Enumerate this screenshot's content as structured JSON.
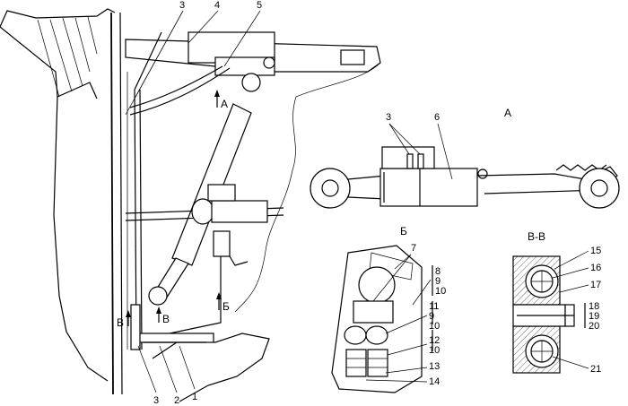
{
  "views": {
    "main": {
      "arrows": [
        "А",
        "Б",
        "В",
        "В"
      ]
    },
    "view_a": {
      "title": "А"
    },
    "view_b": {
      "title": "Б"
    },
    "section_vv": {
      "title": "В-В"
    }
  },
  "callouts": {
    "main_top": [
      "3",
      "4",
      "5"
    ],
    "main_bottom": [
      "3",
      "2",
      "1"
    ],
    "view_a": [
      "3",
      "6"
    ],
    "view_b": [
      "7",
      "8",
      "9",
      "10",
      "11",
      "9",
      "10",
      "12",
      "10",
      "13",
      "14"
    ],
    "section_vv": [
      "15",
      "16",
      "17",
      "18",
      "19",
      "20",
      "21"
    ]
  }
}
